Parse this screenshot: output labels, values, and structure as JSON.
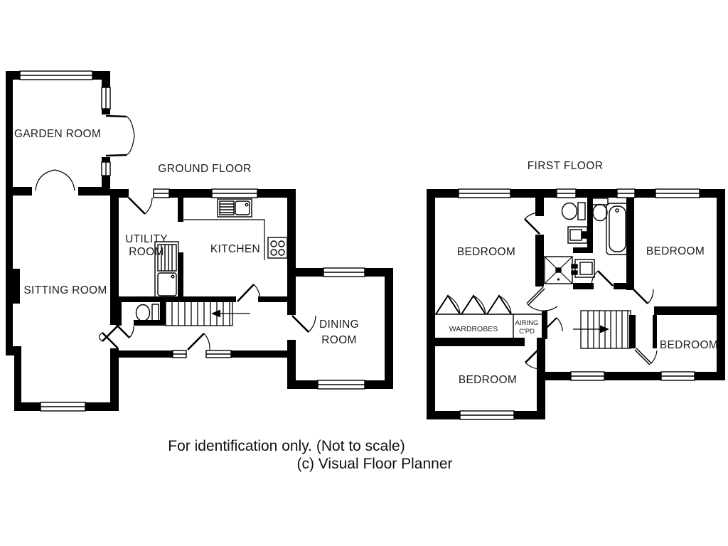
{
  "page": {
    "background": "#ffffff",
    "line_color": "#000000"
  },
  "ground_floor": {
    "title": "GROUND FLOOR",
    "rooms": {
      "garden_room": "GARDEN ROOM",
      "sitting_room": "SITTING ROOM",
      "utility_room_line1": "UTILITY",
      "utility_room_line2": "ROOM",
      "kitchen": "KITCHEN",
      "dining_room_line1": "DINING",
      "dining_room_line2": "ROOM"
    },
    "fixtures": [
      "kitchen-sink",
      "hob",
      "utility-sink",
      "toilet",
      "staircase-up-left-arrow",
      "entrance-door",
      "windows",
      "door-arcs"
    ]
  },
  "first_floor": {
    "title": "FIRST FLOOR",
    "rooms": {
      "bedroom_top_left": "BEDROOM",
      "bedroom_top_right": "BEDROOM",
      "bedroom_mid_right": "BEDROOM",
      "bedroom_bottom_left": "BEDROOM",
      "wardrobes": "WARDROBES",
      "airing_cupboard_line1": "AIRING",
      "airing_cupboard_line2": "C'PD"
    },
    "fixtures": [
      "toilet",
      "wash-basin",
      "shower",
      "bath",
      "second-toilet",
      "second-basin",
      "staircase-right-arrow",
      "wardrobe-fold-doors",
      "windows",
      "door-arcs"
    ]
  },
  "footer": {
    "line1": "For identification only. (Not to scale)",
    "line2": "(c) Visual Floor Planner"
  }
}
